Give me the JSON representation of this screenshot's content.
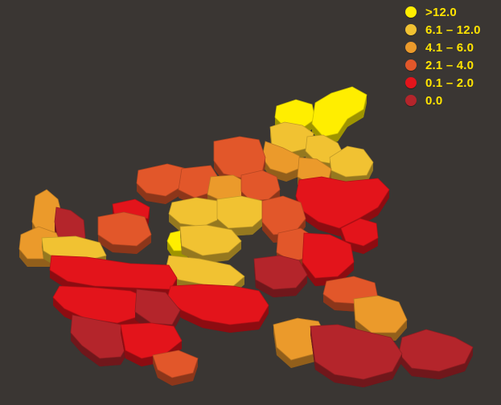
{
  "legend": {
    "items": [
      {
        "label": ">12.0",
        "color": "#ffee00"
      },
      {
        "label": "6.1 – 12.0",
        "color": "#f1c232"
      },
      {
        "label": "4.1 – 6.0",
        "color": "#eb9a2b"
      },
      {
        "label": "2.1 – 4.0",
        "color": "#e2572a"
      },
      {
        "label": "0.1 – 2.0",
        "color": "#e3141b"
      },
      {
        "label": "0.0",
        "color": "#b4252b"
      }
    ]
  },
  "map": {
    "style": "3d-extruded-choropleth",
    "regions": [
      {
        "id": "northeast-peak-a",
        "class": 0
      },
      {
        "id": "northeast-peak-b",
        "class": 0
      },
      {
        "id": "northeast-upper",
        "class": 1
      },
      {
        "id": "northeast-mid",
        "class": 1
      },
      {
        "id": "northeast-lower",
        "class": 1
      },
      {
        "id": "north-ridge-a",
        "class": 2
      },
      {
        "id": "north-ridge-b",
        "class": 2
      },
      {
        "id": "north-top-left",
        "class": 3
      },
      {
        "id": "north-top-mid",
        "class": 3
      },
      {
        "id": "north-top-right",
        "class": 3
      },
      {
        "id": "north-arm",
        "class": 2
      },
      {
        "id": "center-north",
        "class": 3
      },
      {
        "id": "center-band-a",
        "class": 1
      },
      {
        "id": "center-band-b",
        "class": 1
      },
      {
        "id": "center-core",
        "class": 1
      },
      {
        "id": "center-bright",
        "class": 0
      },
      {
        "id": "center-east",
        "class": 3
      },
      {
        "id": "east-bulge",
        "class": 4
      },
      {
        "id": "east-tip",
        "class": 4
      },
      {
        "id": "east-inner",
        "class": 3
      },
      {
        "id": "west-peak",
        "class": 2
      },
      {
        "id": "west-wing",
        "class": 2
      },
      {
        "id": "west-dark",
        "class": 5
      },
      {
        "id": "west-band",
        "class": 1
      },
      {
        "id": "west-mid",
        "class": 3
      },
      {
        "id": "west-red",
        "class": 4
      },
      {
        "id": "southwest-strip",
        "class": 4
      },
      {
        "id": "south-center",
        "class": 1
      },
      {
        "id": "south-red-a",
        "class": 4
      },
      {
        "id": "south-red-b",
        "class": 4
      },
      {
        "id": "south-dark-a",
        "class": 5
      },
      {
        "id": "south-dark-b",
        "class": 5
      },
      {
        "id": "southwest-dark",
        "class": 5
      },
      {
        "id": "southwest-red",
        "class": 4
      },
      {
        "id": "south-orange",
        "class": 3
      },
      {
        "id": "south-amber",
        "class": 2
      },
      {
        "id": "southeast-red",
        "class": 4
      },
      {
        "id": "southeast-dark",
        "class": 5
      },
      {
        "id": "southeast-amber",
        "class": 2
      },
      {
        "id": "southeast-orange",
        "class": 3
      },
      {
        "id": "southeast-tail",
        "class": 5
      }
    ]
  }
}
